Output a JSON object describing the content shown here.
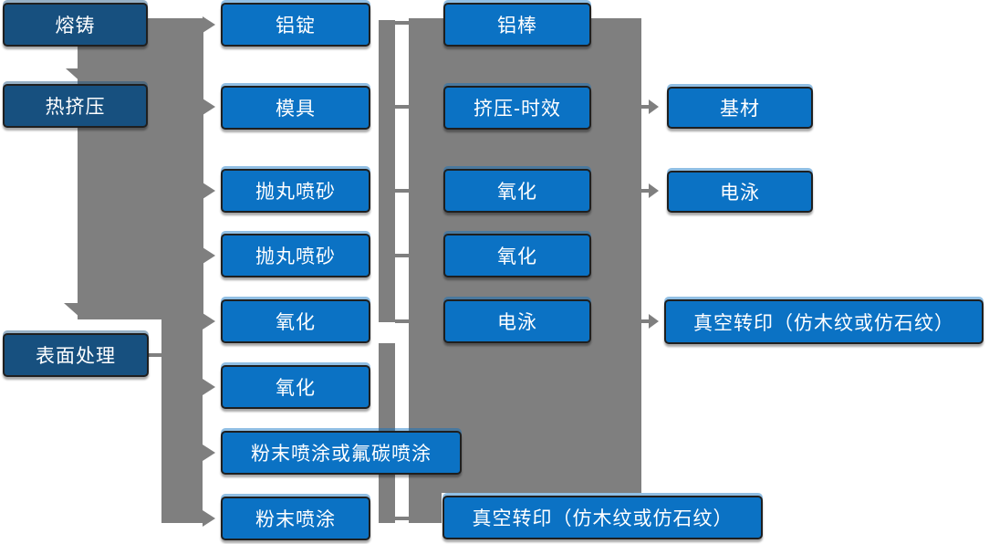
{
  "diagram": {
    "col1": {
      "melting": "熔铸",
      "hot_extrusion": "热挤压",
      "surface_treatment": "表面处理"
    },
    "col2": {
      "aluminum_ingot": "铝锭",
      "mold": "模具",
      "shot_blasting_1": "抛丸喷砂",
      "shot_blasting_2": "抛丸喷砂",
      "oxidation_1": "氧化",
      "oxidation_2": "氧化",
      "powder_or_fluorocarbon": "粉末喷涂或氟碳喷涂",
      "powder_coating": "粉末喷涂"
    },
    "col3": {
      "aluminum_rod": "铝棒",
      "extrusion_aging": "挤压-时效",
      "oxidation_3": "氧化",
      "oxidation_4": "氧化",
      "electrophoresis_1": "电泳",
      "vacuum_transfer_1": "真空转印（仿木纹或仿石纹）"
    },
    "col4": {
      "base_material": "基材",
      "electrophoresis_2": "电泳",
      "vacuum_transfer_2": "真空转印（仿木纹或仿石纹）"
    }
  },
  "colors": {
    "process_blue": "#0b72c4",
    "stage_navy": "#17507f",
    "connector_gray": "#7f7f7f",
    "box_border": "#1f1f1f",
    "text": "#ffffff",
    "background": "#ffffff"
  }
}
